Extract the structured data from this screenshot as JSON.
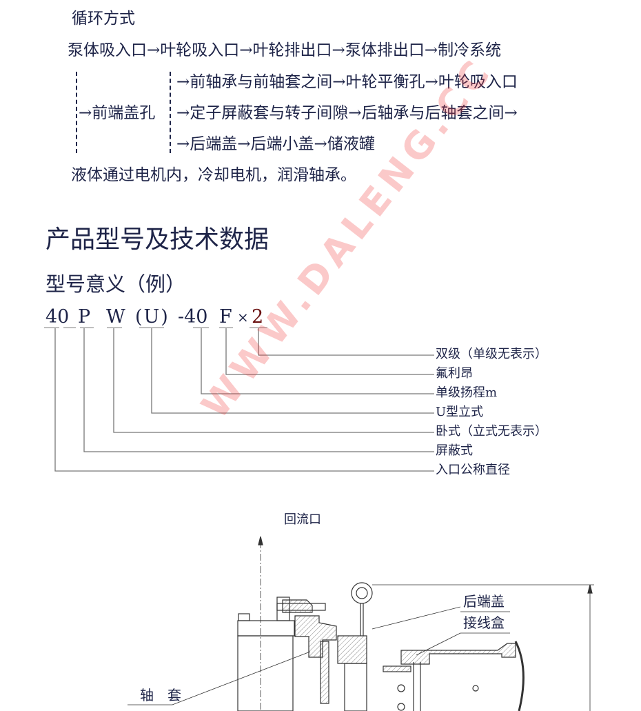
{
  "circulation": {
    "title": "循环方式",
    "main_line": "泵体吸入口→叶轮吸入口→叶轮排出口→泵体排出口→制冷系统",
    "branch_label": "→前端盖孔",
    "branch_rows": [
      "→前轴承与前轴套之间→叶轮平衡孔→叶轮吸入口",
      "→定子屏蔽套与转子间隙→后轴承与后轴套之间→",
      "→后端盖→后端小盖→储液罐"
    ],
    "note": "液体通过电机内，冷却电机，润滑轴承。"
  },
  "section_title": "产品型号及技术数据",
  "model_meaning": {
    "title": "型号意义（例）",
    "code_parts": [
      "40",
      "P",
      "W",
      "(U)",
      "-40",
      "F",
      "×",
      "2"
    ],
    "legend": [
      "双级（单级无表示）",
      "氟利昂",
      "单级扬程m",
      "U型立式",
      "卧式（立式无表示）",
      "屏蔽式",
      "入口公称直径"
    ]
  },
  "diagram": {
    "labels": {
      "return_port": "回流口",
      "rear_end_cover": "后端盖",
      "junction_box": "接线盒",
      "shaft_sleeve": "轴　套"
    }
  },
  "watermark": "WWW.DALENG.CC"
}
